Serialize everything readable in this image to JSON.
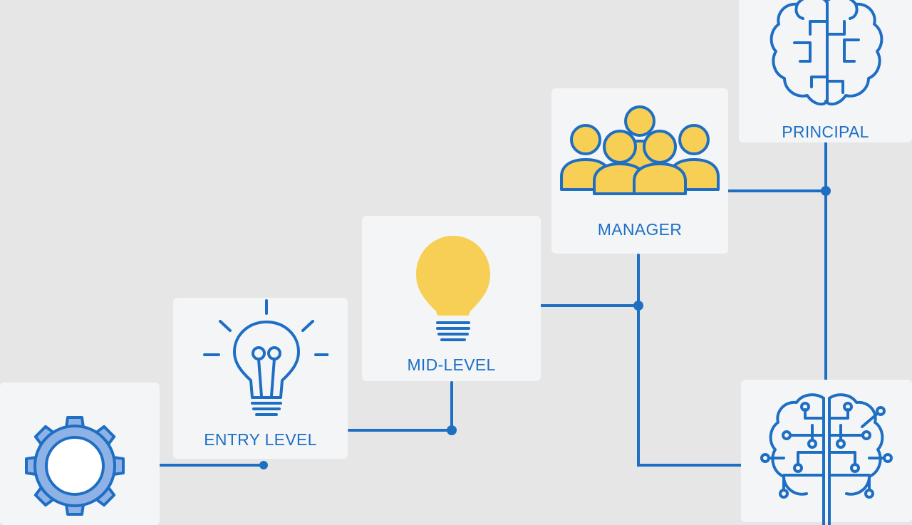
{
  "diagram": {
    "nodes": [
      {
        "id": "gear",
        "label": "",
        "icon": "gear-icon"
      },
      {
        "id": "entry",
        "label": "ENTRY LEVEL",
        "icon": "lightbulb-outline-icon"
      },
      {
        "id": "mid",
        "label": "MID-LEVEL",
        "icon": "lightbulb-filled-icon"
      },
      {
        "id": "manager",
        "label": "MANAGER",
        "icon": "team-people-icon"
      },
      {
        "id": "principal",
        "label": "PRINCIPAL",
        "icon": "brain-icon"
      },
      {
        "id": "ai",
        "label": "",
        "icon": "circuit-brain-icon"
      }
    ],
    "connections": [
      [
        "gear",
        "entry"
      ],
      [
        "entry",
        "mid"
      ],
      [
        "mid",
        "manager"
      ],
      [
        "manager",
        "ai"
      ],
      [
        "manager",
        "principal"
      ],
      [
        "principal",
        "ai"
      ]
    ]
  },
  "colors": {
    "background": "#e6e6e6",
    "card": "#f4f5f7",
    "accent_blue": "#1e6fc4",
    "accent_yellow": "#f7cf55"
  }
}
